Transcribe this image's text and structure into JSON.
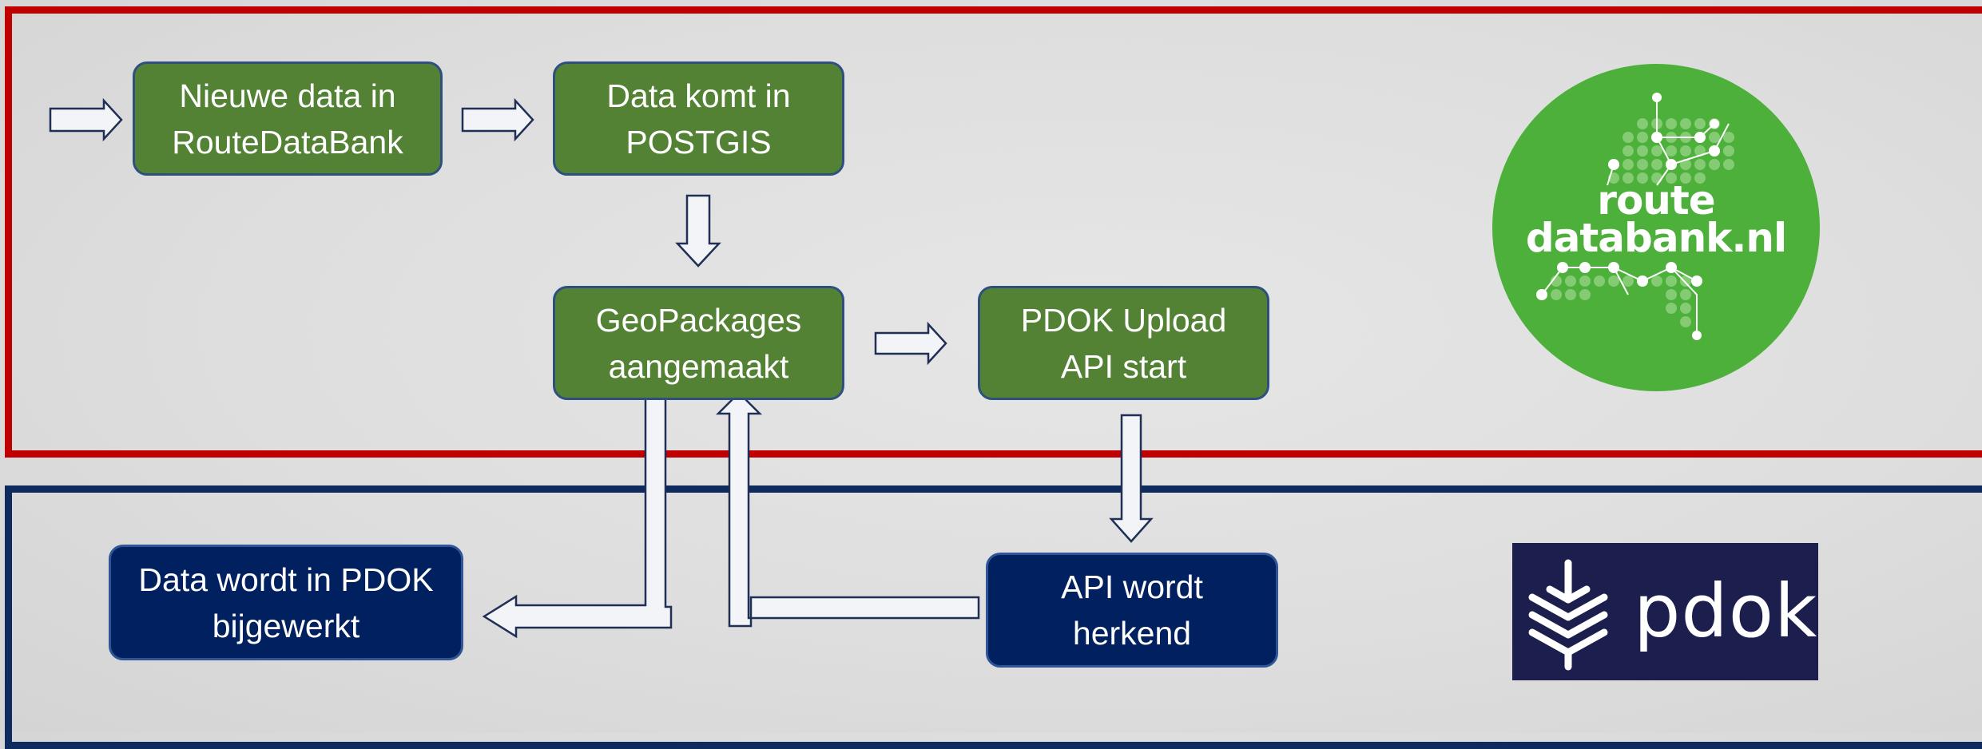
{
  "colors": {
    "top_border": "#c00000",
    "bottom_border": "#0f2a5c",
    "green_box": "#548235",
    "navy_box": "#002060",
    "logo_green": "#4db03a",
    "logo_navy": "#1c1f4d"
  },
  "nodes": {
    "new_data": "Nieuwe data in\nRouteDataBank",
    "postgis": "Data komt in\nPOSTGIS",
    "geopackages": "GeoPackages\naangemaakt",
    "pdok_upload": "PDOK Upload\nAPI start",
    "pdok_updated": "Data wordt in PDOK\nbijgewerkt",
    "api_recognized": "API wordt\nherkend"
  },
  "logos": {
    "routedatabank": {
      "line1": "route",
      "line2": "databank.nl",
      "icon": "route-network-icon"
    },
    "pdok": {
      "text": "pdok",
      "icon": "layers-download-icon"
    }
  }
}
